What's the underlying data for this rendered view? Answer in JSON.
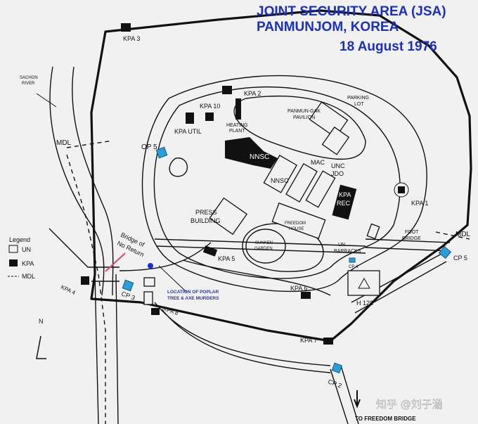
{
  "title": {
    "line1": "JOINT SECURITY AREA (JSA)",
    "line2": "PANMUNJOM, KOREA",
    "date": "18 August 1976"
  },
  "legend": {
    "heading": "Legend",
    "un": "UN",
    "kpa": "KPA",
    "mdl": "MDL"
  },
  "labels": {
    "kpa3": "KPA 3",
    "kpa2": "KPA 2",
    "kpa10": "KPA 10",
    "kpa_util": "KPA UTIL",
    "heating1": "HEATING",
    "heating2": "PLANT",
    "parking1": "PARKING",
    "parking2": "LOT",
    "pavilion1": "PANMUN-GAK",
    "pavilion2": "PAVILION",
    "sachon1": "SACHON",
    "sachon2": "RIVER",
    "mdl_left": "MDL",
    "mdl_right": "MDL",
    "op5": "OP 5",
    "nnsc_main": "NNSC",
    "nnsc2": "NNSC",
    "mac": "MAC",
    "unc1": "UNC",
    "unc2": "JDO",
    "kpa_rec1": "KPA",
    "kpa_rec2": "REC",
    "kpa1": "KPA 1",
    "press1": "PRESS",
    "press2": "BUILDING",
    "freedom1": "FREEDOM",
    "freedom2": "HOUSE",
    "sunken1": "SUNKEN",
    "sunken2": "GARDEN",
    "foot1": "FOOT",
    "foot2": "BRIDGE",
    "un_barracks1": "UN",
    "un_barracks2": "BARRACKS",
    "cp4": "CP 4",
    "cp5": "CP 5",
    "kpa5": "KPA 5",
    "kpa6": "KPA 6",
    "h128": "H 128",
    "bridge1": "Bridge of",
    "bridge2": "No Return",
    "kpa4": "KPA 4",
    "cp3": "CP 3",
    "kpa8": "KPA 8",
    "poplar1": "LOCATION OF POPLAR",
    "poplar2": "TREE & AXE MURDERS",
    "kpa7": "KPA 7",
    "cp2": "CP 2",
    "north": "N",
    "freedom_bridge": "TO FREEDOM BRIDGE"
  },
  "watermark": "知乎 @刘子涵",
  "colors": {
    "title": "#1b2fc2",
    "checkpoint": "#2a9ed8",
    "murder_site": "#1b2fd0",
    "bridge_marker": "#e0407a",
    "poplar_label": "#2a35a8"
  }
}
